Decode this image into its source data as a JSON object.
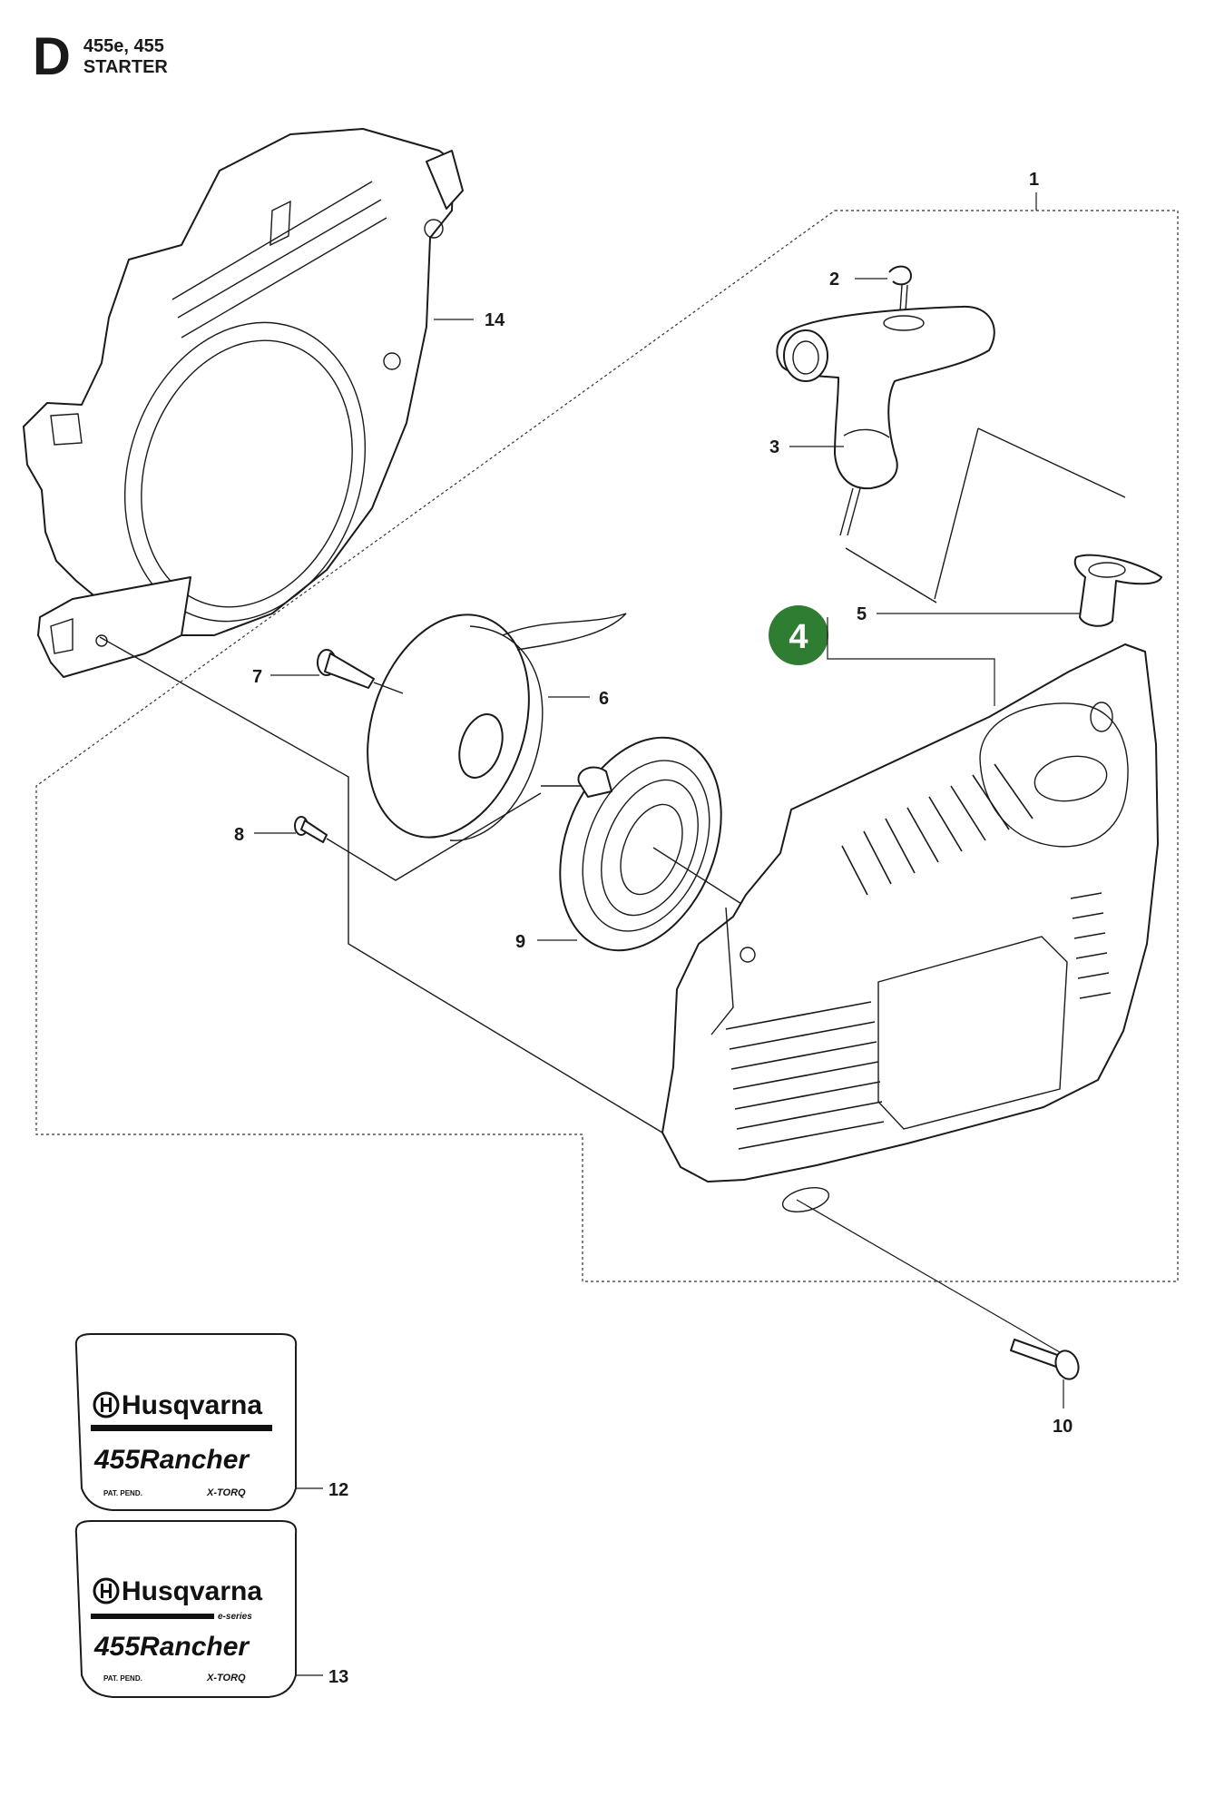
{
  "header": {
    "section_letter": "D",
    "models": "455e, 455",
    "title": "STARTER"
  },
  "callouts": {
    "c1": "1",
    "c2": "2",
    "c3": "3",
    "c4": "4",
    "c5": "5",
    "c6": "6",
    "c7": "7",
    "c8": "8",
    "c9": "9",
    "c10": "10",
    "c12": "12",
    "c13": "13",
    "c14": "14"
  },
  "decal_12": {
    "brand": "Husqvarna",
    "model": "455Rancher",
    "pat": "PAT. PEND.",
    "xtorq": "X-TORQ"
  },
  "decal_13": {
    "brand": "Husqvarna",
    "series": "e-series",
    "model": "455Rancher",
    "pat": "PAT. PEND.",
    "xtorq": "X-TORQ"
  },
  "colors": {
    "badge_green": "#2e7d32",
    "line": "#1a1a1a"
  }
}
